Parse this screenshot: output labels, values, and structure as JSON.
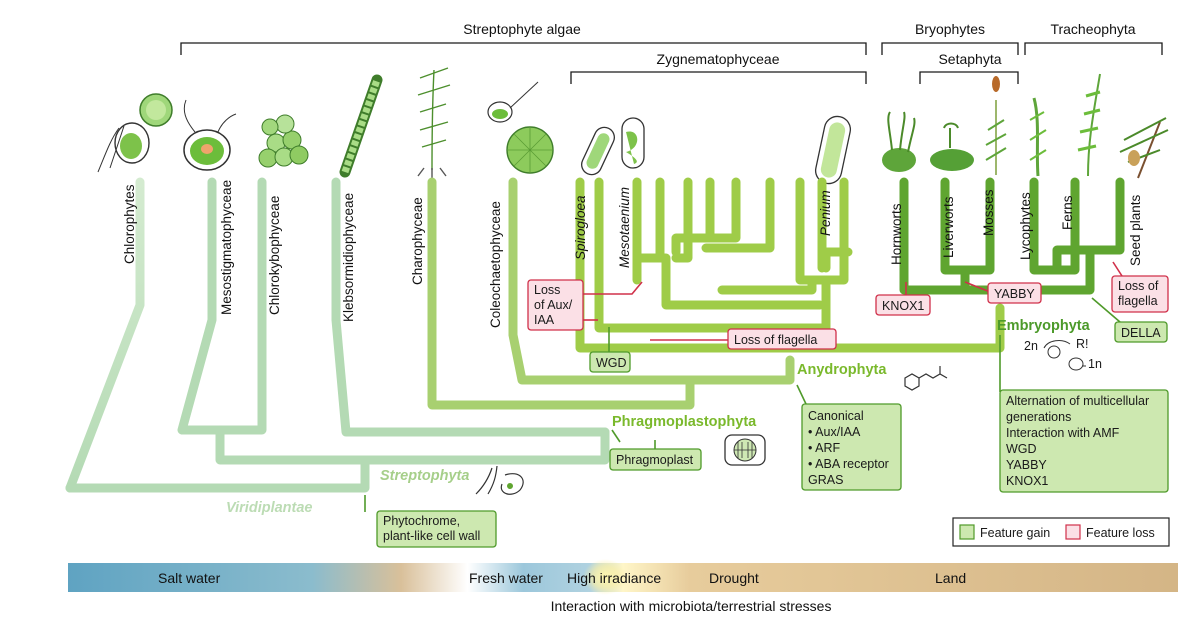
{
  "groups": {
    "streptophyte_algae": "Streptophyte algae",
    "zygnematophyceae": "Zygnematophyceae",
    "bryophytes": "Bryophytes",
    "setaphyta": "Setaphyta",
    "tracheophyta": "Tracheophyta"
  },
  "taxa": {
    "chlorophytes": "Chlorophytes",
    "mesostigmatophyceae": "Mesostigmatophyceae",
    "chlorokybophyceae": "Chlorokybophyceae",
    "klebsormidiophyceae": "Klebsormidiophyceae",
    "charophyceae": "Charophyceae",
    "coleochaetophyceae": "Coleochaetophyceae",
    "spirogloea": "Spirogloea",
    "mesotaenium": "Mesotaenium",
    "penium": "Penium",
    "hornworts": "Hornworts",
    "liverworts": "Liverworts",
    "mosses": "Mosses",
    "lycophytes": "Lycophytes",
    "ferns": "Ferns",
    "seed_plants": "Seed plants"
  },
  "clades": {
    "viridiplantae": "Viridiplantae",
    "streptophyta": "Streptophyta",
    "phragmoplastophyta": "Phragmoplastophyta",
    "anydrophyta": "Anydrophyta",
    "embryophyta": "Embryophyta"
  },
  "features": {
    "loss_aux": [
      "Loss",
      "of Aux/",
      "IAA"
    ],
    "wgd": "WGD",
    "loss_flagella_mid": "Loss of flagella",
    "knox1": "KNOX1",
    "yabby": "YABBY",
    "loss_flagella_seed": [
      "Loss of",
      "flagella"
    ],
    "della": "DELLA",
    "phytochrome": [
      "Phytochrome,",
      "plant-like cell wall"
    ],
    "phragmoplast": "Phragmoplast",
    "canonical": [
      "Canonical",
      "• Aux/IAA",
      "• ARF",
      "• ABA receptor",
      "GRAS"
    ],
    "embryophyta_traits": [
      "Alternation of multicellular",
      "generations",
      "Interaction with AMF",
      "WGD",
      "YABBY",
      "KNOX1"
    ]
  },
  "life_cycle": {
    "n2": "2n",
    "r": "R!",
    "n1": "1n"
  },
  "legend": {
    "gain": "Feature gain",
    "loss": "Feature loss"
  },
  "environment": {
    "salt_water": "Salt water",
    "fresh_water": "Fresh water",
    "high_irradiance": "High irradiance",
    "drought": "Drought",
    "land": "Land"
  },
  "caption": "Interaction with microbiota/terrestrial stresses",
  "colors": {
    "pale_green": "#b8d9b0",
    "mid_green": "#a8d070",
    "bright_green": "#8cc43c",
    "dark_green": "#5fa530",
    "gain_fill": "#cde8b0",
    "gain_stroke": "#4f9a2a",
    "loss_fill": "#fbe0e6",
    "loss_stroke": "#d0304a",
    "sea_blue": "#6aaac6",
    "sand": "#d7b98e"
  }
}
